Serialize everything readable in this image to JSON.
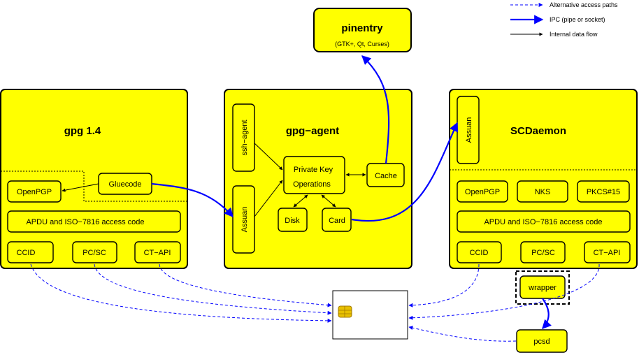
{
  "legend": {
    "alternative": "Alternative access paths",
    "ipc": "IPC (pipe or socket)",
    "internal": "Internal data flow"
  },
  "pinentry": {
    "title": "pinentry",
    "subtitle": "(GTK+, Qt, Curses)"
  },
  "gpg14": {
    "title": "gpg 1.4",
    "gluecode": "Gluecode",
    "openpgp": "OpenPGP",
    "apdu": "APDU and ISO−7816 access code",
    "ccid": "CCID",
    "pcsc": "PC/SC",
    "ctapi": "CT−API"
  },
  "agent": {
    "title": "gpg−agent",
    "ssh": "ssh−agent",
    "assuan": "Assuan",
    "pk_line1": "Private Key",
    "pk_line2": "Operations",
    "cache": "Cache",
    "disk": "Disk",
    "card": "Card"
  },
  "scd": {
    "title": "SCDaemon",
    "assuan": "Assuan",
    "openpgp": "OpenPGP",
    "nks": "NKS",
    "pkcs": "PKCS#15",
    "apdu": "APDU and ISO−7816 access code",
    "ccid": "CCID",
    "pcsc": "PC/SC",
    "ctapi": "CT−API",
    "wrapper": "wrapper"
  },
  "pcsd": "pcsd",
  "colors": {
    "box": "#ffff00",
    "ipc": "#0000ff",
    "flow": "#000000"
  }
}
